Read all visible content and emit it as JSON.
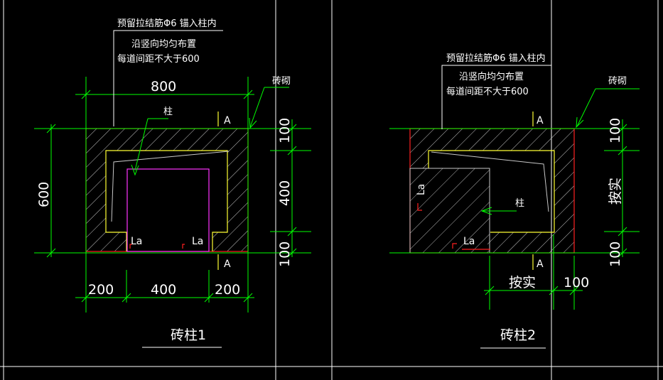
{
  "colors": {
    "background": "#000000",
    "dimension": "#00ff00",
    "text": "#ffffff",
    "outline": "#ff2020",
    "rebar": "#ffff33",
    "column": "#ff33ff",
    "section": "#ffff33"
  },
  "detail1": {
    "title": "砖柱1",
    "note_line1": "预留拉结筋Φ6 锚入柱内",
    "note_line2": "沿竖向均匀布置",
    "note_line3": "每道间距不大于600",
    "brick_label": "砖砌",
    "column_label": "柱",
    "width_dim": "800",
    "height_dim": "600",
    "dim_right_top": "100",
    "dim_right_mid": "400",
    "dim_right_bottom": "100",
    "dim_bottom_left": "200",
    "dim_bottom_mid": "400",
    "dim_bottom_right": "200",
    "la_left": "La",
    "la_right": "La",
    "section_top": "A",
    "section_bottom": "A"
  },
  "detail2": {
    "title": "砖柱2",
    "note_line1": "预留拉结筋Φ6 锚入柱内",
    "note_line2": "沿竖向均匀布置",
    "note_line3": "每道间距不大于600",
    "brick_label": "砖砌",
    "column_label": "柱",
    "dim_right_top": "100",
    "dim_right_mid": "按实",
    "dim_right_bottom": "100",
    "dim_bottom_left": "按实",
    "dim_bottom_right": "100",
    "la_vertical": "La",
    "la_bottom": "La",
    "section_top": "A",
    "section_bottom": "A"
  }
}
